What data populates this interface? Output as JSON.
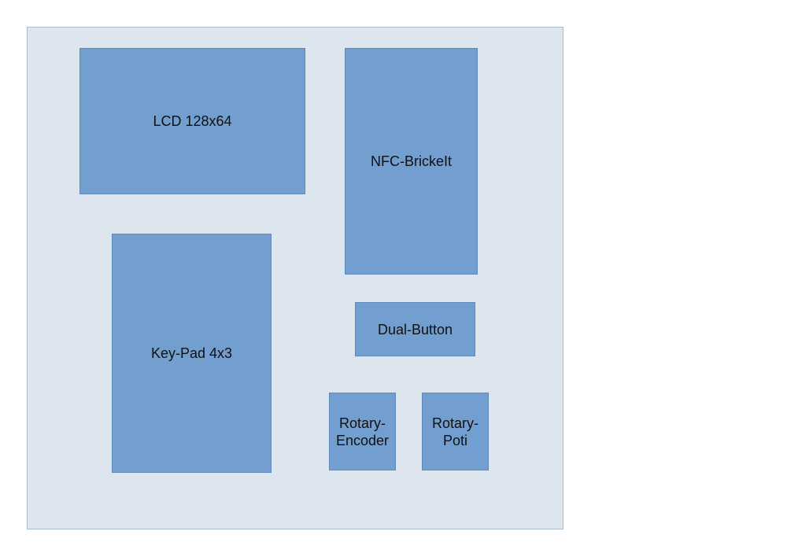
{
  "diagram": {
    "modules": [
      {
        "id": "lcd",
        "label": "LCD 128x64"
      },
      {
        "id": "nfc",
        "label": "NFC-BrickeIt"
      },
      {
        "id": "keypad",
        "label": "Key-Pad 4x3"
      },
      {
        "id": "dual_button",
        "label": "Dual-Button"
      },
      {
        "id": "rotary_encoder",
        "label": "Rotary-\nEncoder"
      },
      {
        "id": "rotary_poti",
        "label": "Rotary-\nPoti"
      }
    ],
    "colors": {
      "board": "#dde6ef",
      "module": "#729fcf",
      "module_border": "#5f89ba"
    }
  }
}
